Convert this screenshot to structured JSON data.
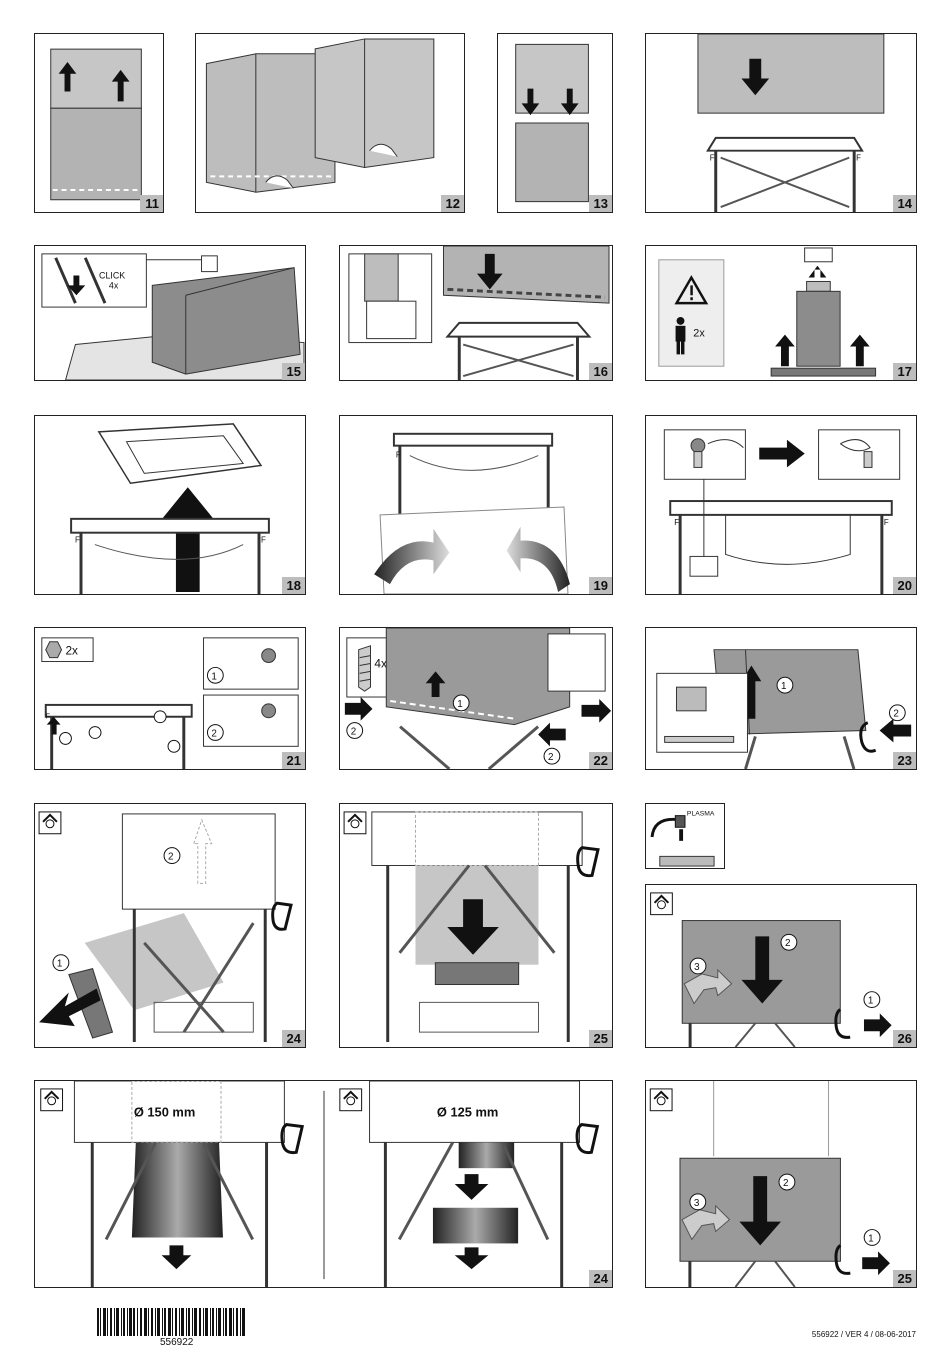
{
  "steps": {
    "s11": "11",
    "s12": "12",
    "s13": "13",
    "s14": "14",
    "s15": "15",
    "s16": "16",
    "s17": "17",
    "s18": "18",
    "s19": "19",
    "s20": "20",
    "s21": "21",
    "s22": "22",
    "s23": "23",
    "s24a": "24",
    "s25a": "25",
    "s26": "26",
    "s24b": "24",
    "s25b": "25"
  },
  "labels": {
    "click": "CLICK",
    "click_count": "4x",
    "persons": "2x",
    "nuts": "2x",
    "screws": "4x",
    "frame_mark": "F",
    "plasma": "PLASMA",
    "diameter_150": "Ø 150 mm",
    "diameter_125": "Ø 125 mm",
    "c1": "1",
    "c2": "2",
    "c3": "3"
  },
  "footer": {
    "barcode_number": "556922",
    "version": "556922 / VER 4 / 08-06-2017"
  },
  "colors": {
    "panel_grey": "#b8b8b8",
    "dark_grey": "#8c8c8c",
    "arrow": "#111111",
    "step_badge": "#bdbdbd"
  }
}
